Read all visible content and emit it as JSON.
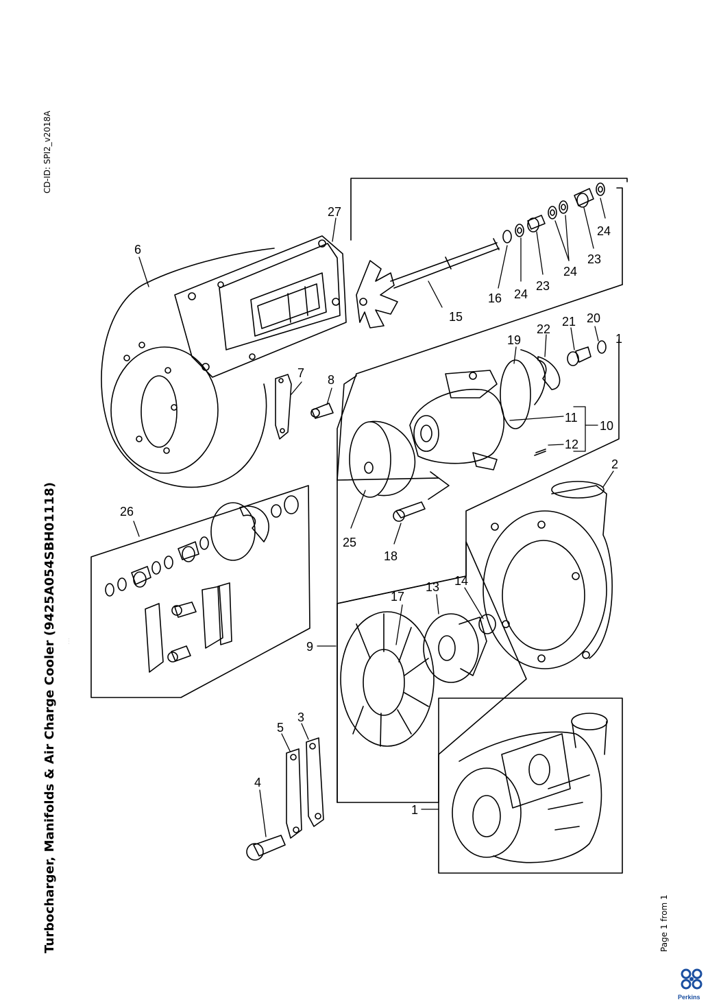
{
  "document": {
    "title": "Turbocharger, Manifolds & Air Charge Cooler (9425A054SBH01118)",
    "cd_id": "CD-ID: SPI2_v2018A",
    "page_label": "Page 1 from 1",
    "small_mark": ". . ."
  },
  "brand": {
    "name": "Perkins",
    "color": "#1b4fa0"
  },
  "callouts": {
    "c1": "1",
    "c1b": "1",
    "c2": "2",
    "c3": "3",
    "c4": "4",
    "c5": "5",
    "c6": "6",
    "c7": "7",
    "c8": "8",
    "c9": "9",
    "c10": "10",
    "c11": "11",
    "c12": "12",
    "c13": "13",
    "c14": "14",
    "c15": "15",
    "c16": "16",
    "c17": "17",
    "c18": "18",
    "c19": "19",
    "c20": "20",
    "c21": "21",
    "c22": "22",
    "c23a": "23",
    "c23b": "23",
    "c24a": "24",
    "c24b": "24",
    "c24c": "24",
    "c25": "25",
    "c26": "26",
    "c27": "27"
  }
}
